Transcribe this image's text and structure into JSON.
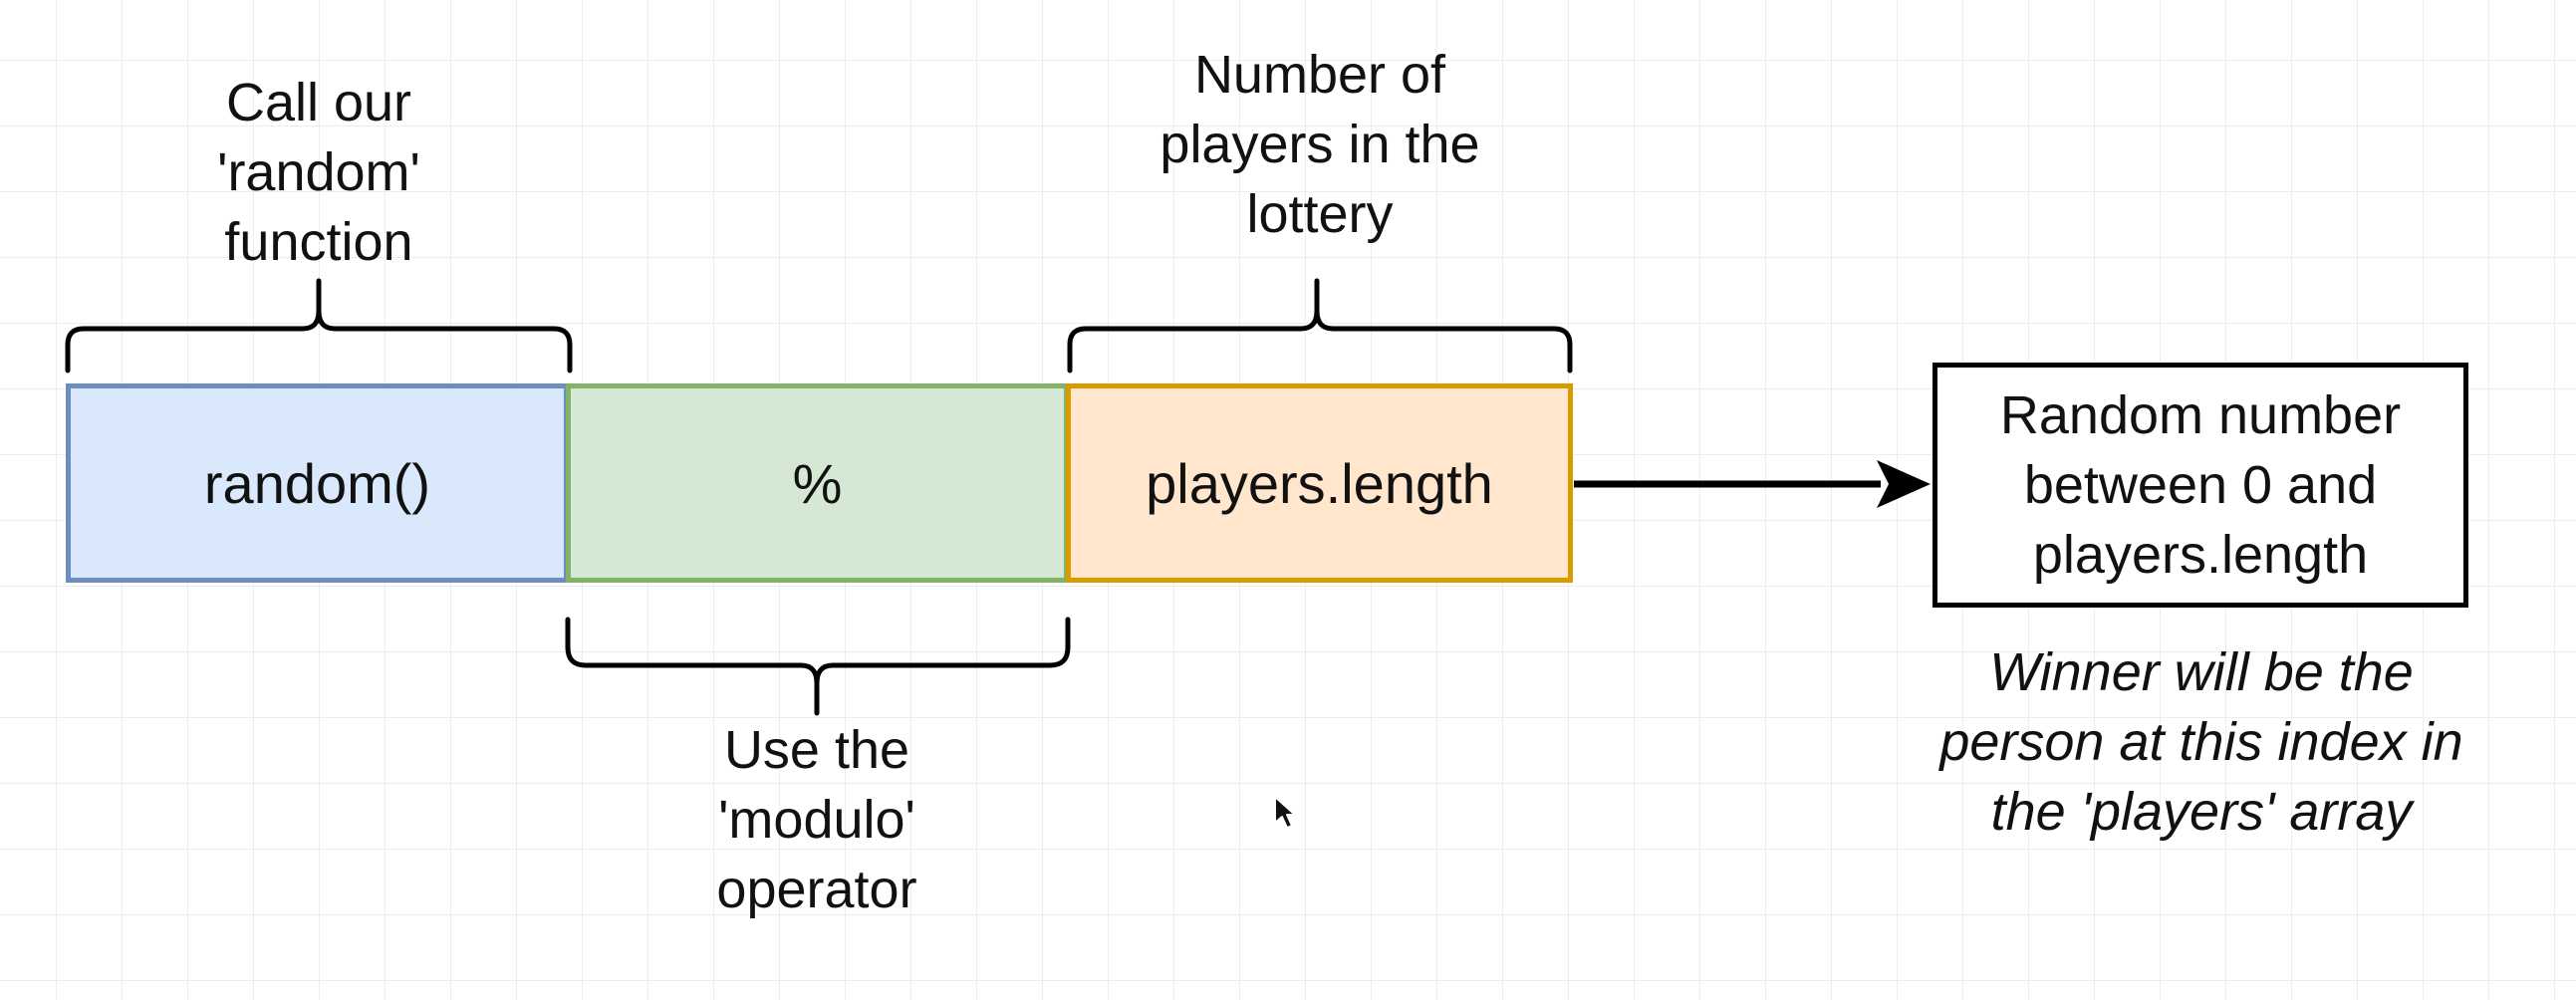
{
  "segments": {
    "random": "random()",
    "modulo": "%",
    "length": "players.length"
  },
  "labels": {
    "random_call": [
      "Call our",
      "'random'",
      "function"
    ],
    "player_count": [
      "Number of",
      "players in the",
      "lottery"
    ],
    "modulo_op": [
      "Use the",
      "'modulo'",
      "operator"
    ]
  },
  "result": {
    "lines": [
      "Random number",
      "between 0 and",
      "players.length"
    ]
  },
  "note": {
    "lines": [
      "Winner will be the",
      "person at this index in",
      "the 'players' array"
    ]
  },
  "colors": {
    "random_fill": "#dae8fc",
    "random_stroke": "#6c8ebf",
    "modulo_fill": "#d5e8d4",
    "modulo_stroke": "#82b366",
    "length_fill": "#ffe6cc",
    "length_stroke": "#d79b00"
  }
}
